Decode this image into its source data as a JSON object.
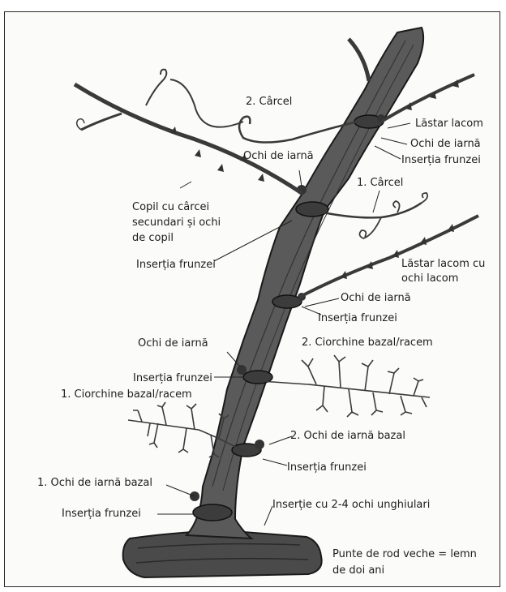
{
  "labels": {
    "carcel2": "2. Cârcel",
    "lastar_lacom": "Lăstar lacom",
    "ochi_iarna_top": "Ochi de iarnă",
    "insertia_top": "Inserția frunzei",
    "ochi_iarna_branch": "Ochi de iarnă",
    "copil_line1": "Copil cu cârcei",
    "copil_line2": "secundari și ochi",
    "copil_line3": "de copil",
    "carcel1": "1. Cârcel",
    "insertia_left": "Inserția frunzei",
    "lastar_lacom_ochi_line1": "Lăstar lacom cu",
    "lastar_lacom_ochi_line2": "ochi lacom",
    "ochi_iarna_mid": "Ochi de iarnă",
    "insertia_mid": "Inserția frunzei",
    "ciorchine2": "2. Ciorchine bazal/racem",
    "ochi_iarna_lower": "Ochi de iarnă",
    "insertia_lower": "Inserția frunzei",
    "ciorchine1": "1. Ciorchine bazal/racem",
    "ochi_bazal2": "2. Ochi de iarnă bazal",
    "insertia_bazal2": "Inserția frunzei",
    "ochi_bazal1": "1. Ochi de iarnă bazal",
    "insertia_base": "Inserția frunzei",
    "insertie_unghiulari": "Inserție cu 2-4 ochi unghiulari",
    "punte_line1": "Punte de rod veche = lemn",
    "punte_line2": "de doi ani"
  }
}
